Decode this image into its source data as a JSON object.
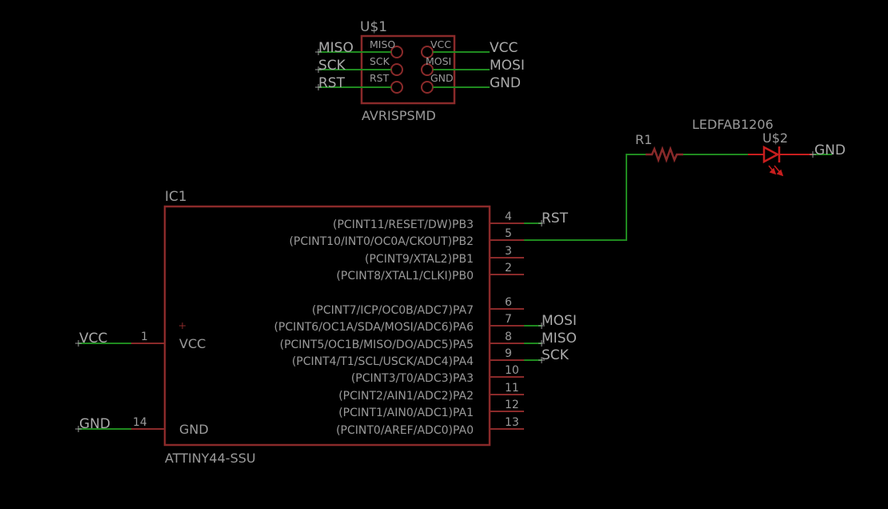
{
  "colors": {
    "background": "#000000",
    "symbol": "#8a2a2a",
    "wire": "#1f8a1f",
    "text": "#9a9a9a",
    "led": "#c81e1e"
  },
  "header": {
    "name": "U$1",
    "value": "AVRISPSMD",
    "pins_left": [
      "MISO",
      "SCK",
      "RST"
    ],
    "pins_right": [
      "VCC",
      "MOSI",
      "GND"
    ],
    "nets_left": [
      "MISO",
      "SCK",
      "RST"
    ],
    "nets_right": [
      "VCC",
      "MOSI",
      "GND"
    ]
  },
  "resistor": {
    "name": "R1"
  },
  "led": {
    "name": "U$2",
    "value": "LEDFAB1206",
    "net": "GND"
  },
  "ic": {
    "name": "IC1",
    "value": "ATTINY44-SSU",
    "left_pins": [
      {
        "label": "VCC",
        "number": "1",
        "net": "VCC"
      },
      {
        "label": "GND",
        "number": "14",
        "net": "GND"
      }
    ],
    "right_pins": [
      {
        "label": "(PCINT11/RESET/DW)PB3",
        "number": "4",
        "net": "RST"
      },
      {
        "label": "(PCINT10/INT0/OC0A/CKOUT)PB2",
        "number": "5",
        "net": ""
      },
      {
        "label": "(PCINT9/XTAL2)PB1",
        "number": "3",
        "net": ""
      },
      {
        "label": "(PCINT8/XTAL1/CLKI)PB0",
        "number": "2",
        "net": ""
      },
      {
        "label": "(PCINT7/ICP/OC0B/ADC7)PA7",
        "number": "6",
        "net": ""
      },
      {
        "label": "(PCINT6/OC1A/SDA/MOSI/ADC6)PA6",
        "number": "7",
        "net": "MOSI"
      },
      {
        "label": "(PCINT5/OC1B/MISO/DO/ADC5)PA5",
        "number": "8",
        "net": "MISO"
      },
      {
        "label": "(PCINT4/T1/SCL/USCK/ADC4)PA4",
        "number": "9",
        "net": "SCK"
      },
      {
        "label": "(PCINT3/T0/ADC3)PA3",
        "number": "10",
        "net": ""
      },
      {
        "label": "(PCINT2/AIN1/ADC2)PA2",
        "number": "11",
        "net": ""
      },
      {
        "label": "(PCINT1/AIN0/ADC1)PA1",
        "number": "12",
        "net": ""
      },
      {
        "label": "(PCINT0/AREF/ADC0)PA0",
        "number": "13",
        "net": ""
      }
    ]
  }
}
